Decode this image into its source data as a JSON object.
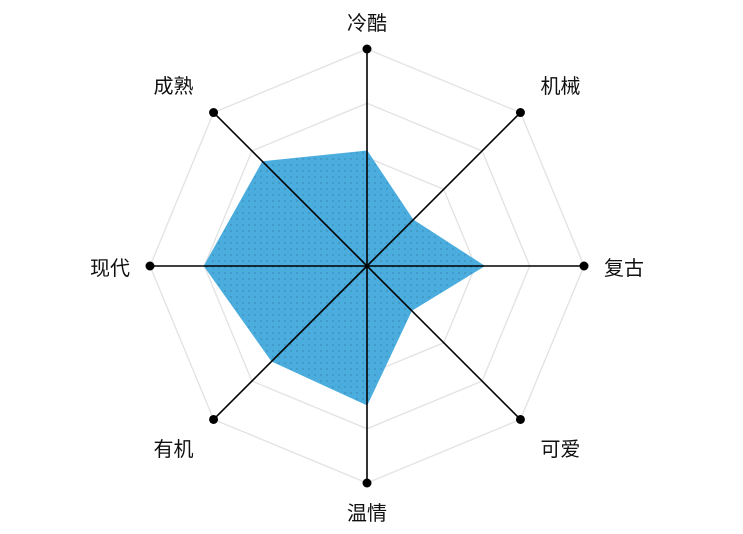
{
  "chart_data": {
    "type": "radar",
    "title": "",
    "axes": [
      "冷酷",
      "机械",
      "复古",
      "可爱",
      "温情",
      "有机",
      "现代",
      "成熟"
    ],
    "series": [
      {
        "name": "",
        "values": [
          0.53,
          0.3,
          0.54,
          0.29,
          0.64,
          0.62,
          0.75,
          0.68
        ],
        "color": "#4badde"
      }
    ],
    "range": [
      0,
      1
    ],
    "grid_levels": [
      0.25,
      0.5,
      0.75,
      1.0
    ],
    "grid": true,
    "legend": "none",
    "colors": {
      "fill": "#4badde",
      "axis": "#000000",
      "grid": "#e2e2e2",
      "marker": "#000000"
    }
  }
}
